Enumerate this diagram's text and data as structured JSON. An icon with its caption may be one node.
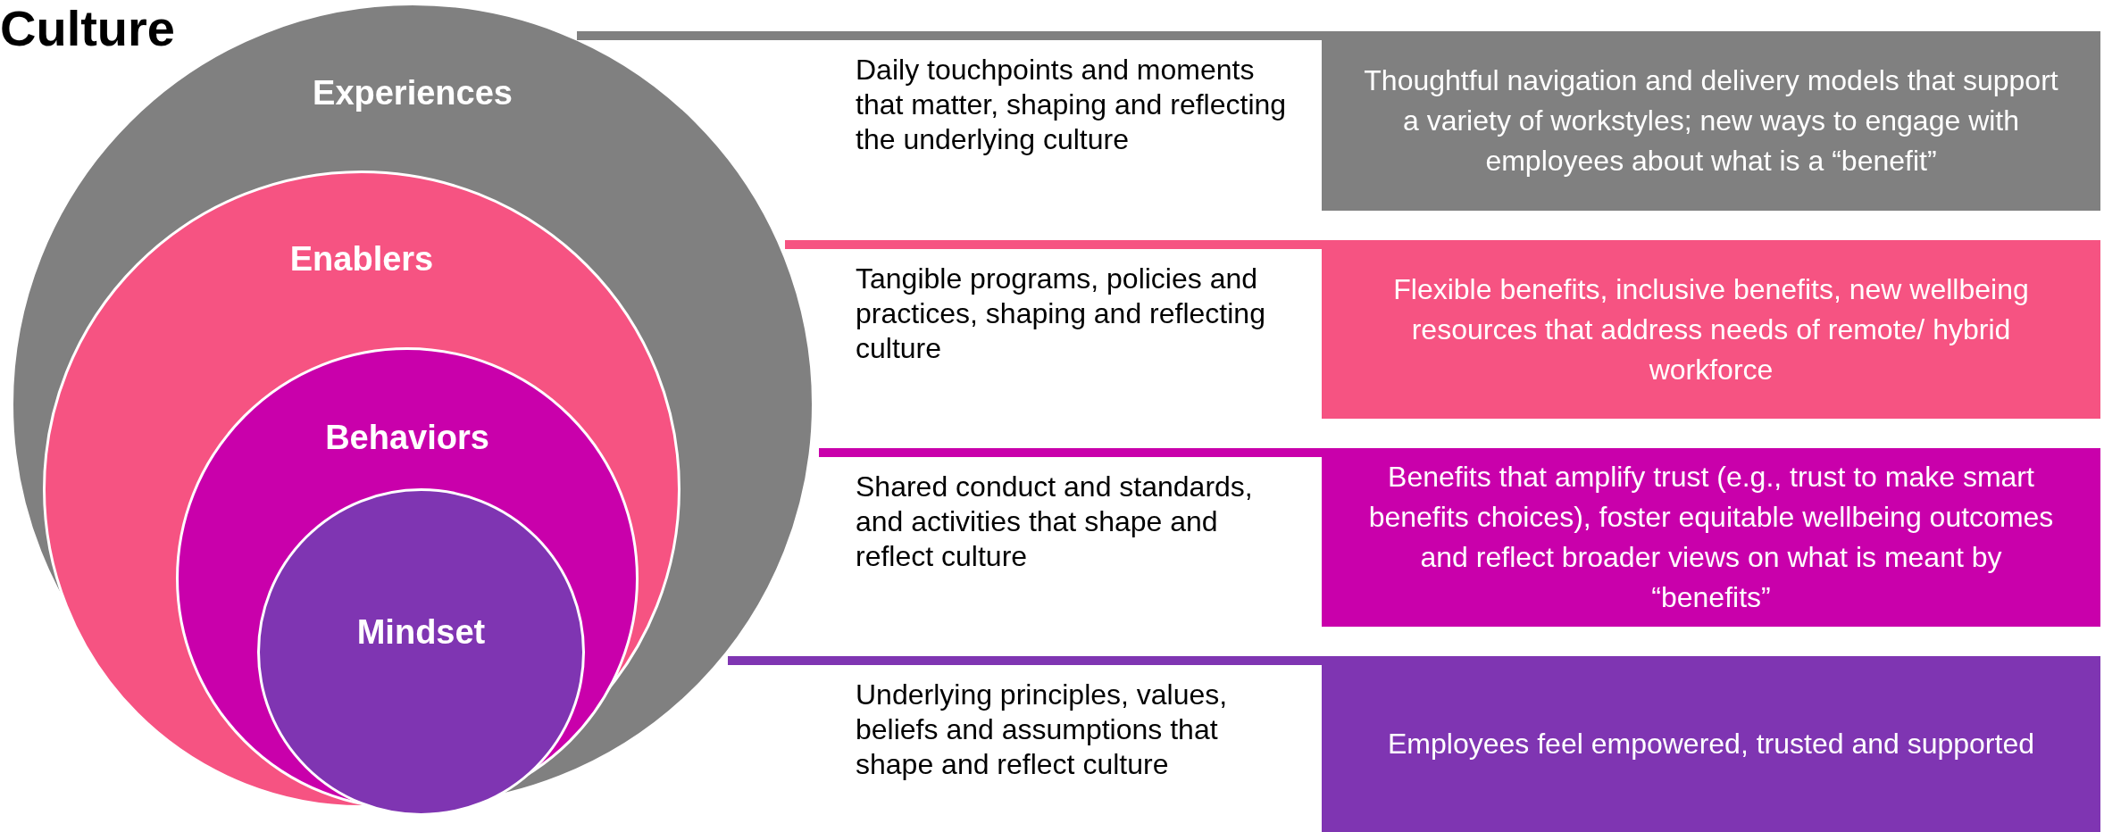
{
  "diagram": {
    "title": "Culture",
    "nodes": [
      {
        "text": [
          "Experiences"
        ]
      },
      {
        "text": [
          "Enablers"
        ],
        "in": 0
      },
      {
        "text": [
          "Behaviors"
        ],
        "in": 1
      },
      {
        "text": [
          "Mindset"
        ],
        "in": 2
      },
      {
        "text": [
          "Daily touchpoints and moments that matter, shaping and reflecting the underlying culture"
        ]
      },
      {
        "text": [
          "Thoughtful navigation and delivery models that support a variety of workstyles; new ways to engage with employees about what is a “benefit”"
        ]
      },
      {
        "text": [
          "Tangible programs, policies and practices, shaping and reflecting culture"
        ]
      },
      {
        "text": [
          "Flexible benefits, inclusive benefits, new wellbeing resources that address needs of remote/ hybrid workforce"
        ]
      },
      {
        "text": [
          "Shared conduct and standards, and activities that shape and reflect culture"
        ]
      },
      {
        "text": [
          "Benefits that amplify trust (e.g., trust to make smart benefits choices), foster equitable wellbeing outcomes and reflect broader views on what is meant by “benefits”"
        ]
      },
      {
        "text": [
          "Underlying principles, values, beliefs and assumptions that shape and reflect culture"
        ]
      },
      {
        "text": [
          "Employees feel empowered, trusted and supported"
        ]
      }
    ]
  }
}
